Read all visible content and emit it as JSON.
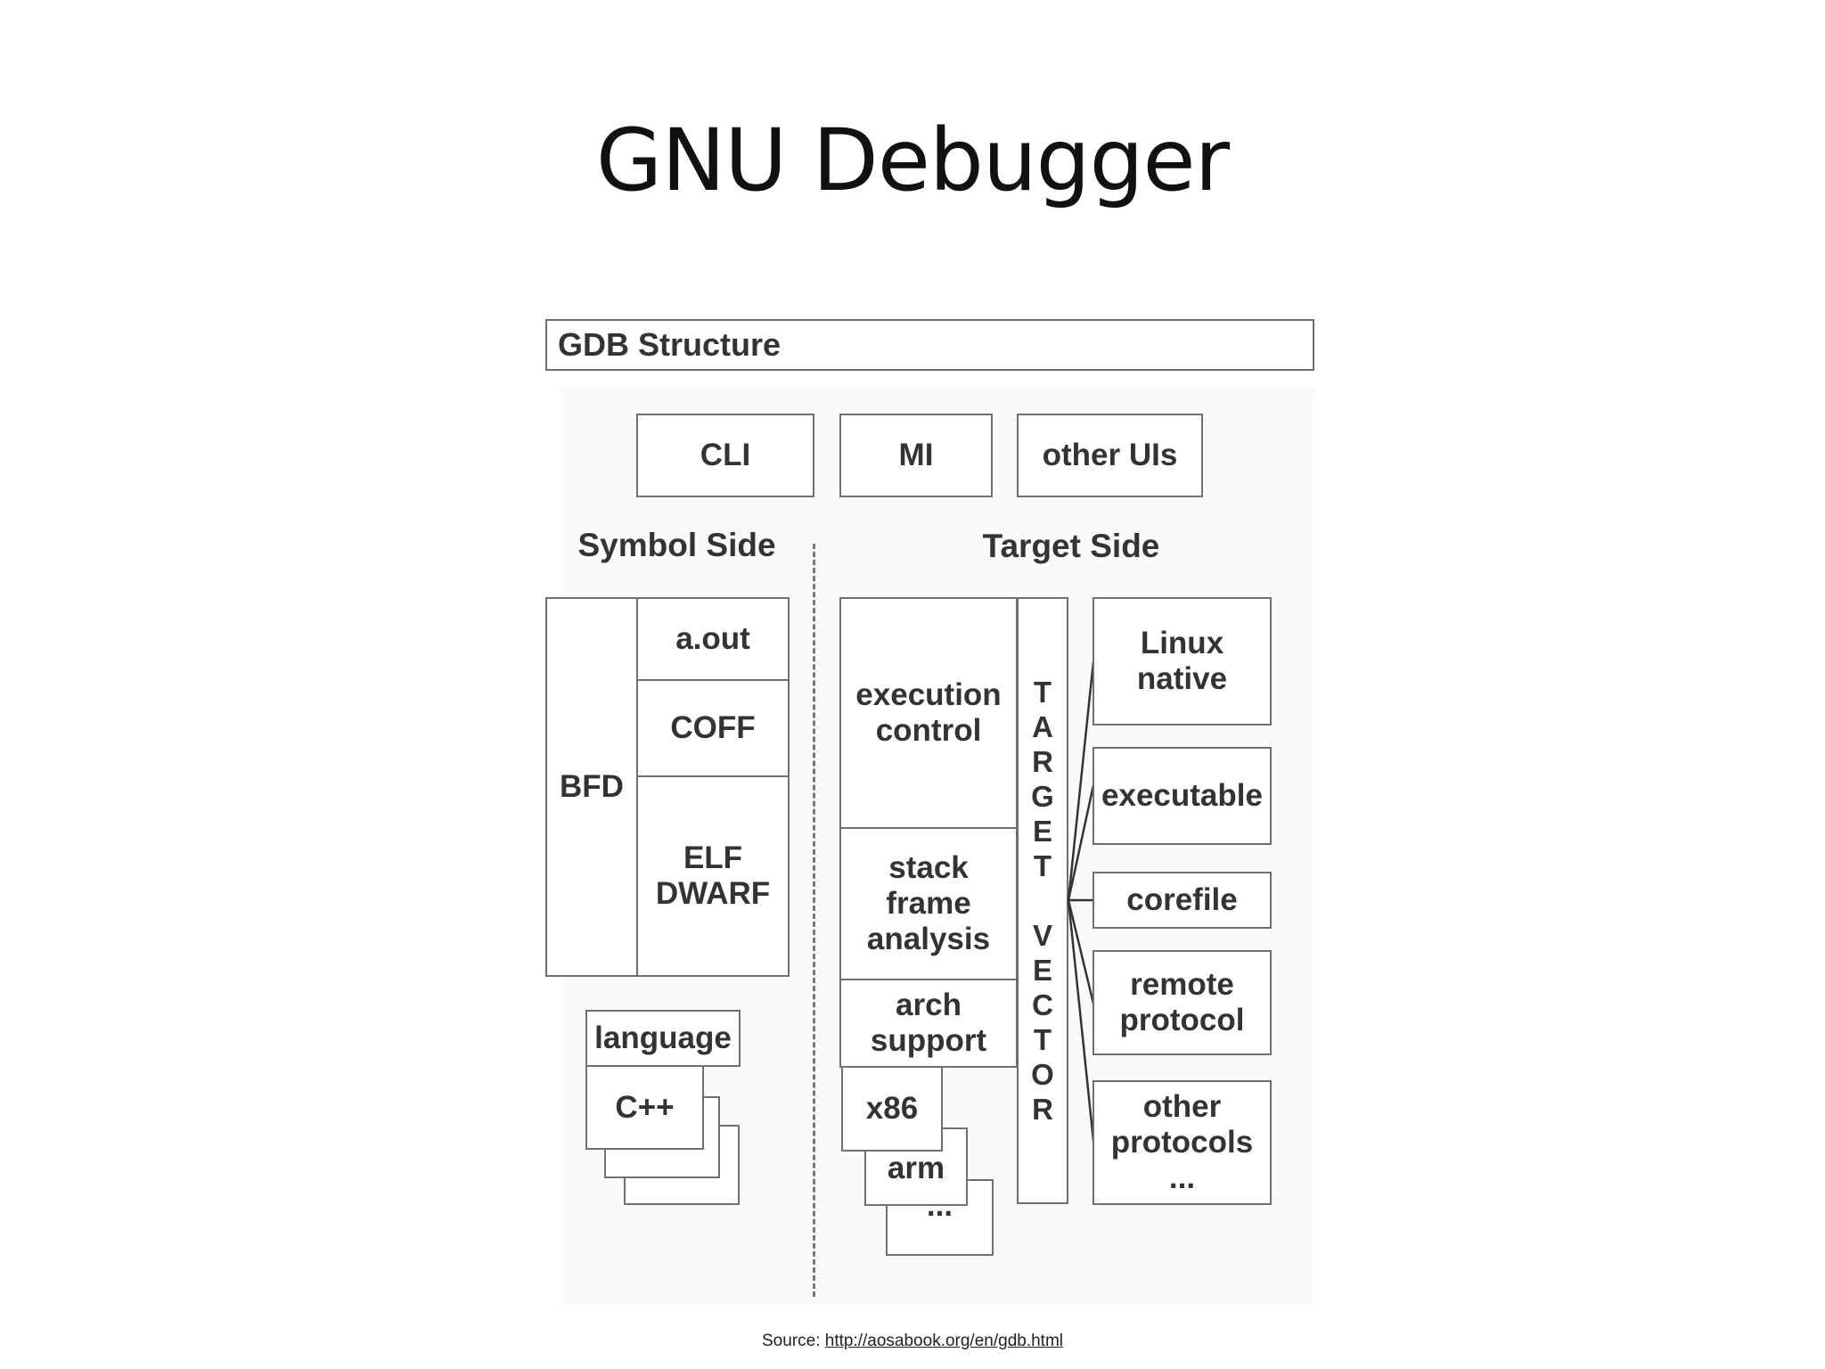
{
  "slide": {
    "title": "GNU Debugger"
  },
  "diagram": {
    "header": "GDB Structure",
    "ui": {
      "cli": "CLI",
      "mi": "MI",
      "other_uis": "other UIs"
    },
    "symbol_side": {
      "label": "Symbol Side",
      "bfd": "BFD",
      "formats": [
        "a.out",
        "COFF",
        "ELF\nDWARF"
      ],
      "language": "language",
      "languages": [
        "C++"
      ]
    },
    "target_side": {
      "label": "Target Side",
      "execution_control": "execution\ncontrol",
      "stack_frame_analysis": "stack\nframe\nanalysis",
      "arch_support": "arch\nsupport",
      "archs": [
        "x86",
        "arm",
        "..."
      ],
      "target_vector_letters": [
        "T",
        "A",
        "R",
        "G",
        "E",
        "T",
        "V",
        "E",
        "C",
        "T",
        "O",
        "R"
      ],
      "targets": [
        "Linux\nnative",
        "executable",
        "corefile",
        "remote\nprotocol",
        "other\nprotocols\n..."
      ]
    }
  },
  "source": {
    "prefix": "Source: ",
    "url": "http://aosabook.org/en/gdb.html"
  }
}
